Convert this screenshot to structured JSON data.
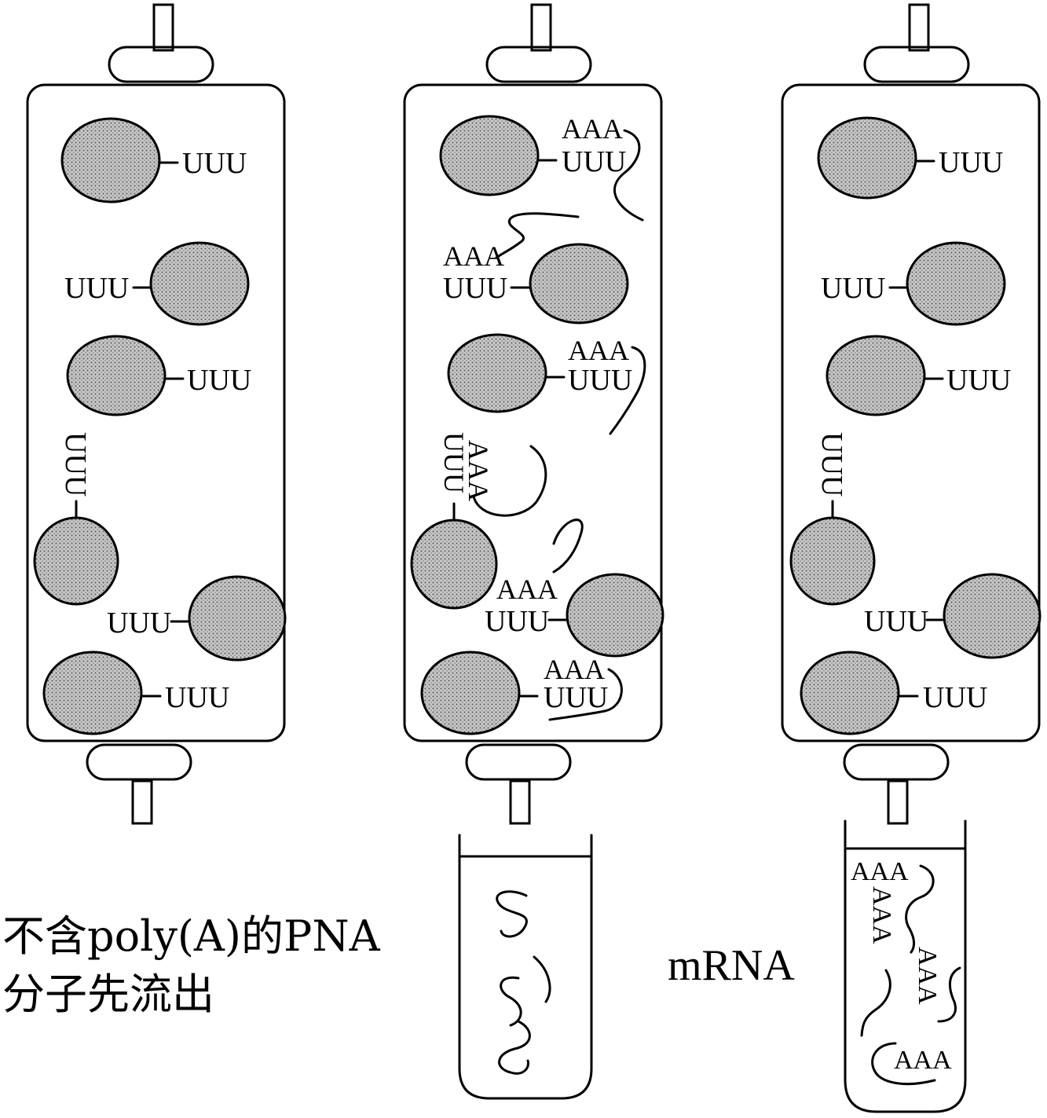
{
  "labels": {
    "oligo_dt": "UUU",
    "poly_a": "AAA"
  },
  "captions": {
    "flow_through_line1": "不含poly(A)的PNA",
    "flow_through_line2": "分子先流出",
    "eluate": "mRNA"
  },
  "colors": {
    "ink": "#000000",
    "bead_fill": "#bdbdbd",
    "background": "#ffffff"
  }
}
